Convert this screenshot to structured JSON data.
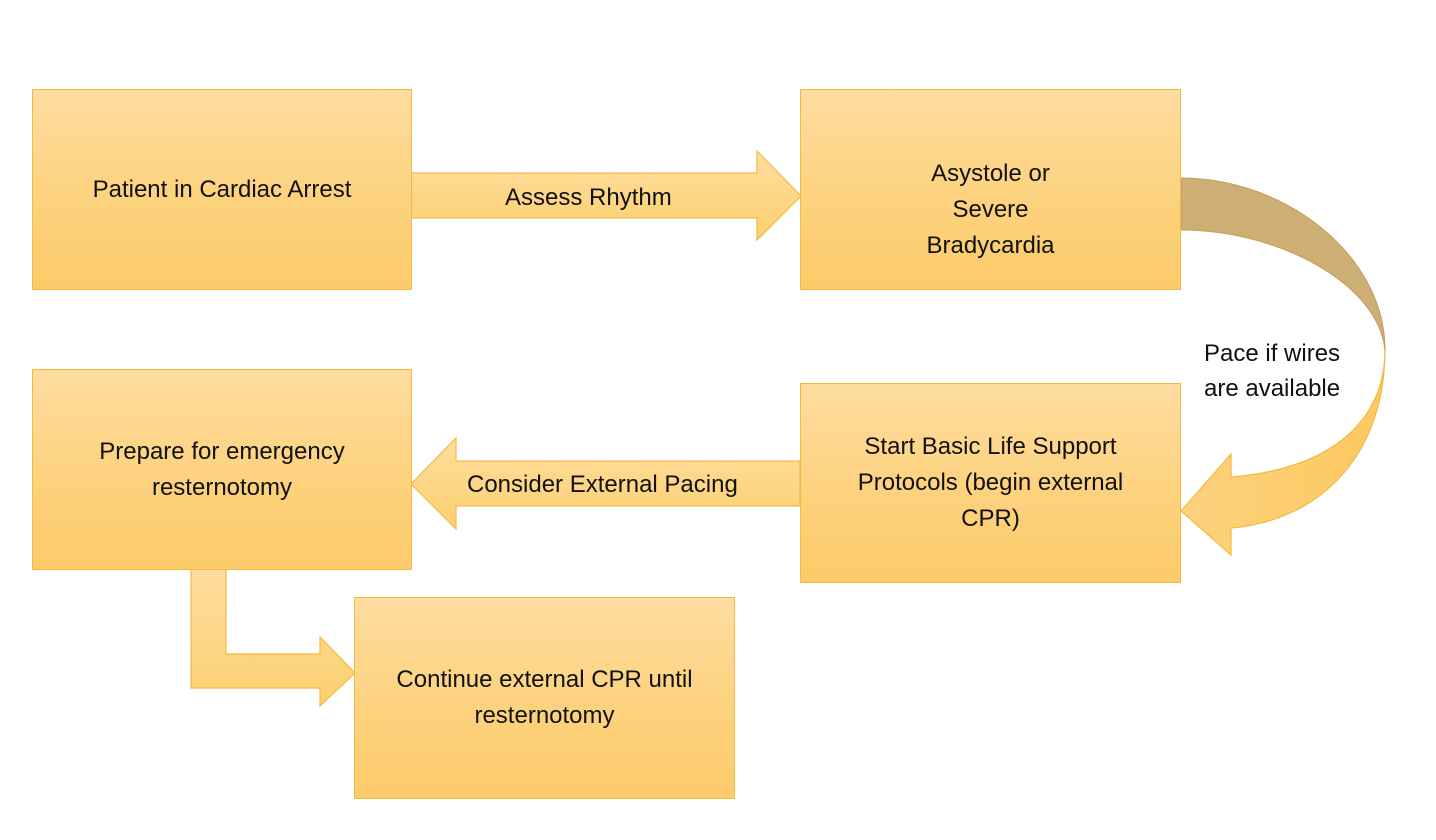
{
  "nodes": {
    "patient_arrest": "Patient in Cardiac Arrest",
    "asystole": "Asystole or Severe Bradycardia",
    "start_bls": "Start Basic Life Support Protocols (begin external CPR)",
    "prepare_resternotomy": "Prepare for emergency resternotomy",
    "continue_cpr": "Continue external CPR until resternotomy"
  },
  "edges": {
    "assess_rhythm": "Assess Rhythm",
    "pace_if_wires": "Pace if wires\nare available",
    "consider_external_pacing": "Consider External Pacing"
  },
  "colors": {
    "box_fill_top": "#fedda0",
    "box_fill_bottom": "#fccb6a",
    "box_border": "#f4b942",
    "arrow_fill": "#fdd580",
    "arrow_border": "#f4b942",
    "curve_back": "#cdae74",
    "text": "#111111"
  }
}
